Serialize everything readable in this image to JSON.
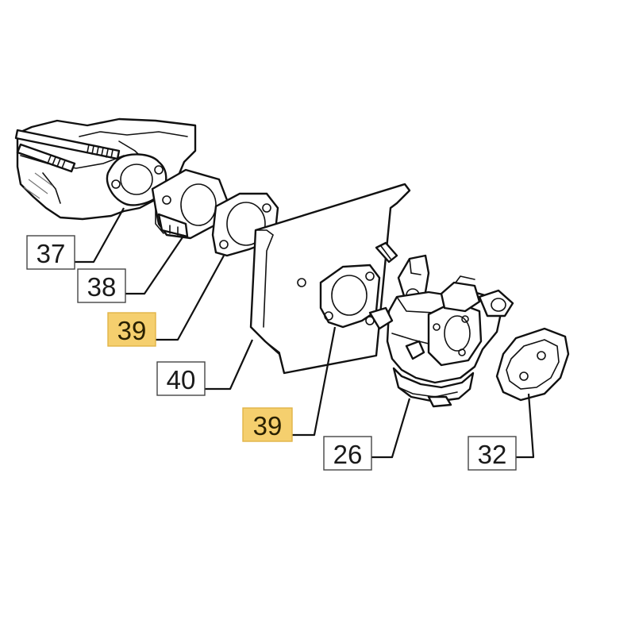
{
  "diagram": {
    "callouts": {
      "c37": {
        "label": "37",
        "highlighted": false
      },
      "c38": {
        "label": "38",
        "highlighted": false
      },
      "c39a": {
        "label": "39",
        "highlighted": true
      },
      "c40": {
        "label": "40",
        "highlighted": false
      },
      "c39b": {
        "label": "39",
        "highlighted": true
      },
      "c26": {
        "label": "26",
        "highlighted": false
      },
      "c32": {
        "label": "32",
        "highlighted": false
      }
    },
    "colors": {
      "highlight_fill": "#f5cf6e",
      "line": "#111111",
      "box_border": "#444444"
    }
  }
}
